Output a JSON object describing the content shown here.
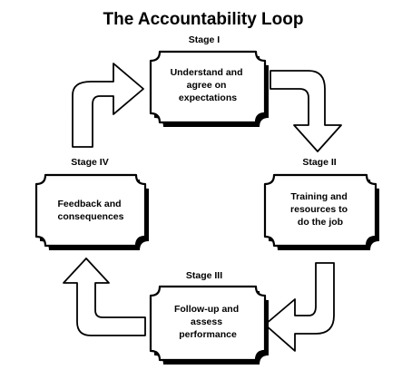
{
  "title": "The Accountability Loop",
  "stages": [
    {
      "label": "Stage I",
      "lines": [
        "Understand and",
        "agree on",
        "expectations"
      ]
    },
    {
      "label": "Stage II",
      "lines": [
        "Training and",
        "resources to",
        "do the job"
      ]
    },
    {
      "label": "Stage III",
      "lines": [
        "Follow-up and",
        "assess",
        "performance"
      ]
    },
    {
      "label": "Stage IV",
      "lines": [
        "Feedback and",
        "consequences"
      ]
    }
  ],
  "colors": {
    "outline": "#000000",
    "fill": "#ffffff"
  }
}
